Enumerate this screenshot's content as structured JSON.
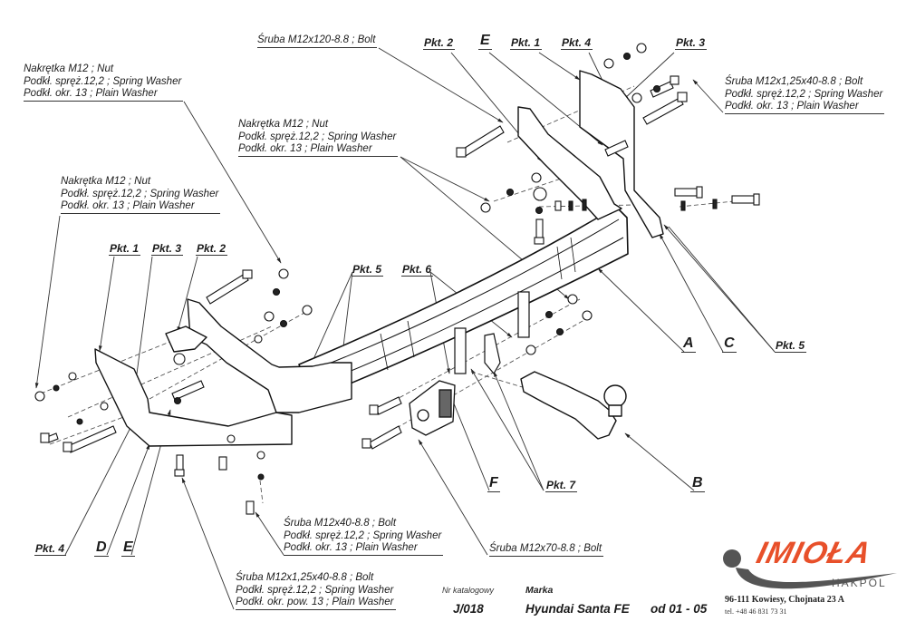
{
  "callouts": {
    "bolt_top": {
      "line1": "Śruba M12x120-8.8 ;  Bolt"
    },
    "nut_left_upper": {
      "line1": "Nakrętka  M12 ; Nut",
      "line2": "Podkł. spręż.12,2 ; Spring Washer",
      "line3": "Podkł. okr. 13 ; Plain Washer"
    },
    "nut_center": {
      "line1": "Nakrętka  M12 ; Nut",
      "line2": "Podkł. spręż.12,2 ; Spring Washer",
      "line3": "Podkł. okr. 13 ; Plain Washer"
    },
    "nut_left_lower": {
      "line1": "Nakrętka  M12 ; Nut",
      "line2": "Podkł. spręż.12,2 ; Spring Washer",
      "line3": "Podkł. okr. 13 ; Plain Washer"
    },
    "bolt_right": {
      "line1": "Śruba M12x1,25x40-8.8 ;  Bolt",
      "line2": "Podkł. spręż.12,2 ; Spring Washer",
      "line3": "Podkł. okr. 13 ; Plain Washer"
    },
    "bolt_bottom_mid": {
      "line1": "Śruba M12x40-8.8 ;  Bolt",
      "line2": "Podkł. spręż.12,2 ; Spring Washer",
      "line3": "Podkł. okr. 13 ; Plain Washer"
    },
    "bolt_bottom_left": {
      "line1": "Śruba M12x1,25x40-8.8 ;  Bolt",
      "line2": "Podkł. spręż.12,2 ; Spring Washer",
      "line3": "Podkł. okr. pow. 13 ; Plain Washer"
    },
    "bolt_m12x70": {
      "line1": "Śruba M12x70-8.8 ;  Bolt"
    }
  },
  "points": {
    "top_pkt2": "Pkt. 2",
    "top_pkt1": "Pkt. 1",
    "top_pkt4": "Pkt. 4",
    "top_pkt3": "Pkt. 3",
    "left_pkt1": "Pkt. 1",
    "left_pkt3": "Pkt. 3",
    "left_pkt2": "Pkt. 2",
    "mid_pkt5": "Pkt. 5",
    "mid_pkt6": "Pkt. 6",
    "right_pkt5": "Pkt. 5",
    "bottom_pkt4": "Pkt. 4",
    "bottom_pkt7": "Pkt. 7"
  },
  "part_letters": {
    "top_e": "E",
    "a": "A",
    "c": "C",
    "b": "B",
    "f": "F",
    "d": "D",
    "bottom_e": "E"
  },
  "title_block": {
    "catalog_label": "Nr katalogowy",
    "catalog_value": "J/018",
    "make_label": "Marka",
    "make_value": "Hyundai Santa FE",
    "years": "od  01 - 05"
  },
  "company": {
    "logo_text": "IMIOŁA",
    "logo_sub": "HAKPOL",
    "address": "96-111 Kowiesy, Chojnata 23 A",
    "phone": "tel. +48 46 831 73 31",
    "brand_color": "#e8502a"
  }
}
